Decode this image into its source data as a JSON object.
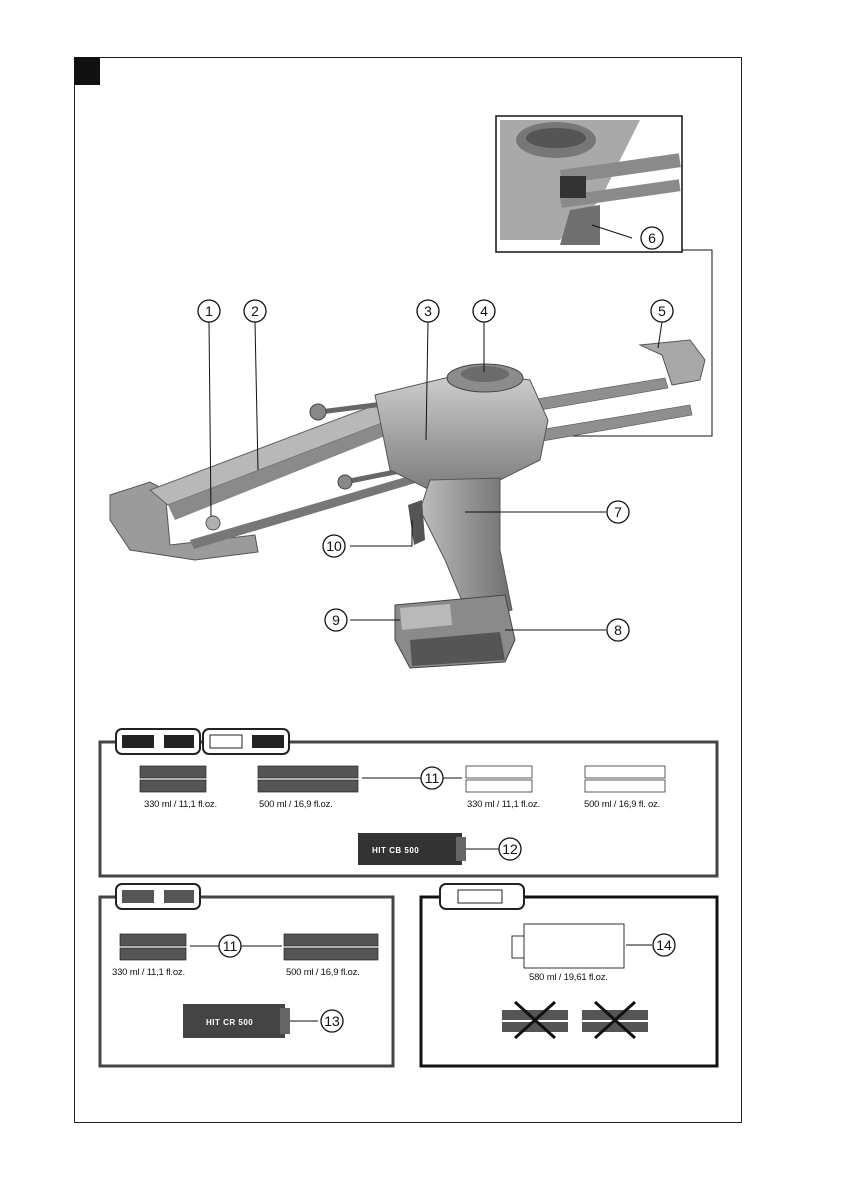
{
  "figure": {
    "callouts": [
      "1",
      "2",
      "3",
      "4",
      "5",
      "6",
      "7",
      "8",
      "9",
      "10",
      "11",
      "12",
      "13",
      "14"
    ]
  },
  "panel_top": {
    "labels": [
      "330 ml / 11,1 fl.oz.",
      "500 ml / 16,9 fl.oz.",
      "330 ml / 11,1 fl.oz.",
      "500 ml / 16,9 fl. oz."
    ],
    "cartridge_text": "HIT CB 500"
  },
  "panel_left": {
    "labels": [
      "330 ml / 11,1 fl.oz.",
      "500 ml / 16,9 fl.oz."
    ],
    "cartridge_text": "HIT CR 500"
  },
  "panel_right": {
    "labels": [
      "580 ml / 19,61 fl.oz."
    ]
  },
  "colors": {
    "ink": "#111111",
    "tool_grey": "#9a9a9a",
    "tool_light": "#c8c8c8",
    "tool_dark": "#5a5a5a"
  }
}
